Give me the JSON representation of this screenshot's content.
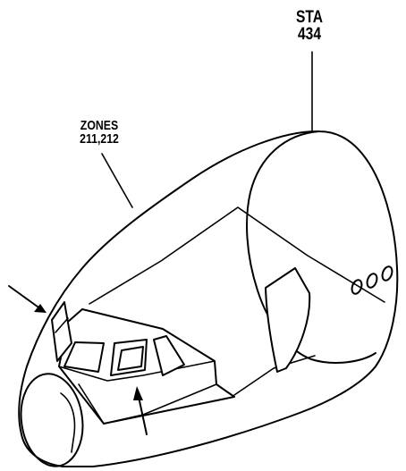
{
  "diagram": {
    "station_label": {
      "line1": "STA",
      "line2": "434"
    },
    "zones_label": {
      "line1": "ZONES",
      "line2": "211,212"
    },
    "colors": {
      "line": "#000000",
      "background": "#ffffff"
    },
    "icons": [
      "arrow-icon",
      "arrow-icon"
    ]
  }
}
